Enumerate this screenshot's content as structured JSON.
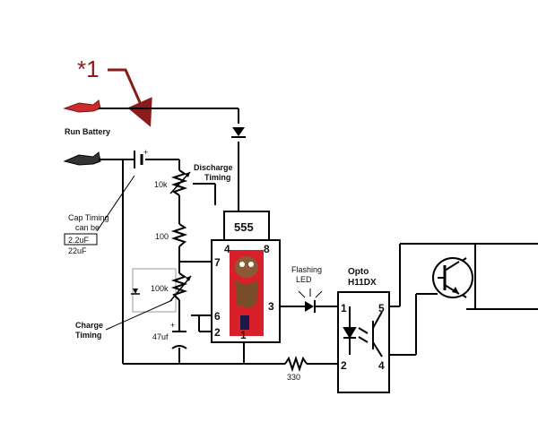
{
  "annotation": {
    "marker": "*1"
  },
  "battery": {
    "label": "Run Battery"
  },
  "discharge": {
    "label_line1": "Discharge",
    "label_line2": "Timing",
    "value": "10k"
  },
  "resistor_mid": {
    "value": "100"
  },
  "charge_pot": {
    "value": "100k"
  },
  "charge": {
    "label_line1": "Charge",
    "label_line2": "Timing"
  },
  "cap": {
    "value": "47uf"
  },
  "cap_note": {
    "line1": "Cap Timing",
    "line2": "can be",
    "box": "2.2uF",
    "line3": "22uF"
  },
  "ic": {
    "name": "555",
    "pins": {
      "p4": "4",
      "p8": "8",
      "p7": "7",
      "p6": "6",
      "p2": "2",
      "p3": "3",
      "p1": "1"
    }
  },
  "led": {
    "label_line1": "Flashing",
    "label_line2": "LED"
  },
  "resistor_out": {
    "value": "330"
  },
  "opto": {
    "label_line1": "Opto",
    "label_line2": "H11DX",
    "pins": {
      "p1": "1",
      "p2": "2",
      "p4": "4",
      "p5": "5"
    }
  },
  "colors": {
    "wire": "#000000",
    "clip_red": "#cc2b2b",
    "clip_black": "#333333",
    "arrow": "#8a1c1c"
  }
}
